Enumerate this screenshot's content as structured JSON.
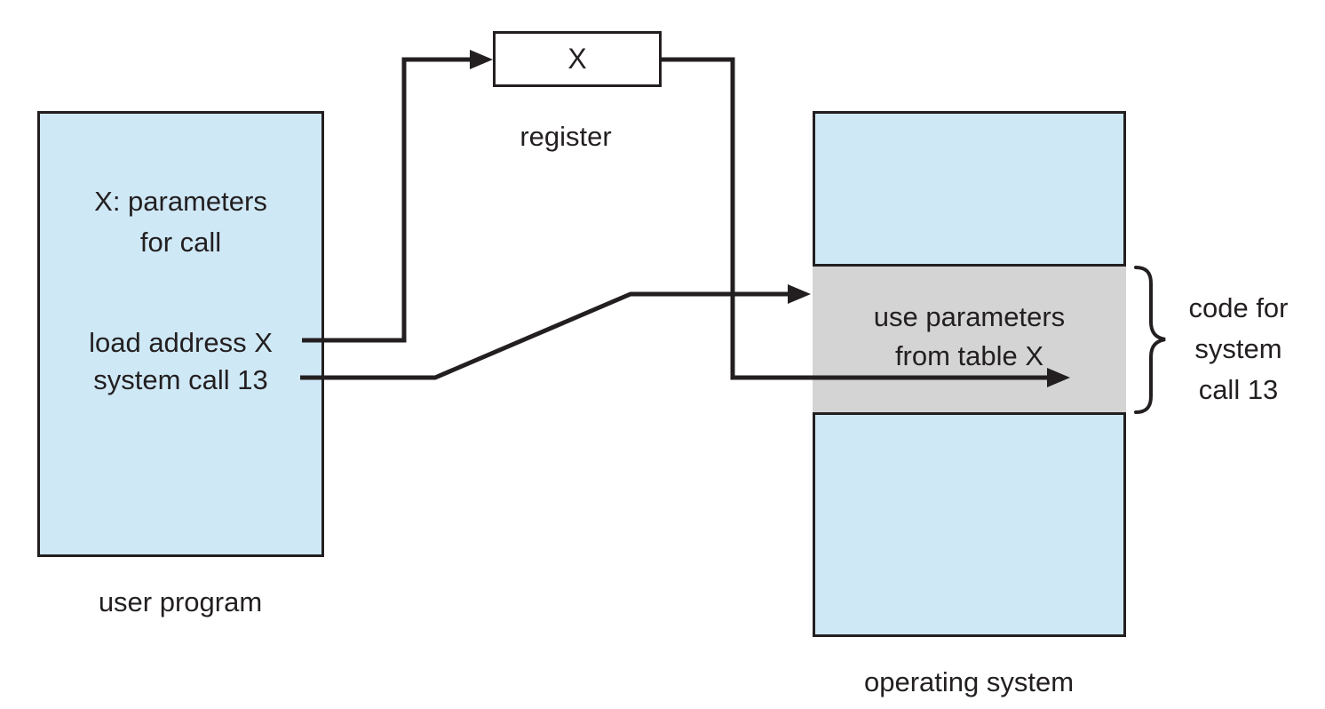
{
  "figure": {
    "register": {
      "value": "X",
      "caption": "register"
    },
    "user_program": {
      "params_line1": "X: parameters",
      "params_line2": "for call",
      "instruction_load": "load address X",
      "instruction_syscall": "system call 13",
      "caption": "user program"
    },
    "os": {
      "handler_line1": "use parameters",
      "handler_line2": "from table X",
      "caption": "operating system"
    },
    "brace_label": {
      "line1": "code for",
      "line2": "system",
      "line3": "call 13"
    },
    "colors": {
      "box_fill": "#cfe8f6",
      "band_fill": "#d3d4d3",
      "stroke": "#231f20"
    }
  }
}
